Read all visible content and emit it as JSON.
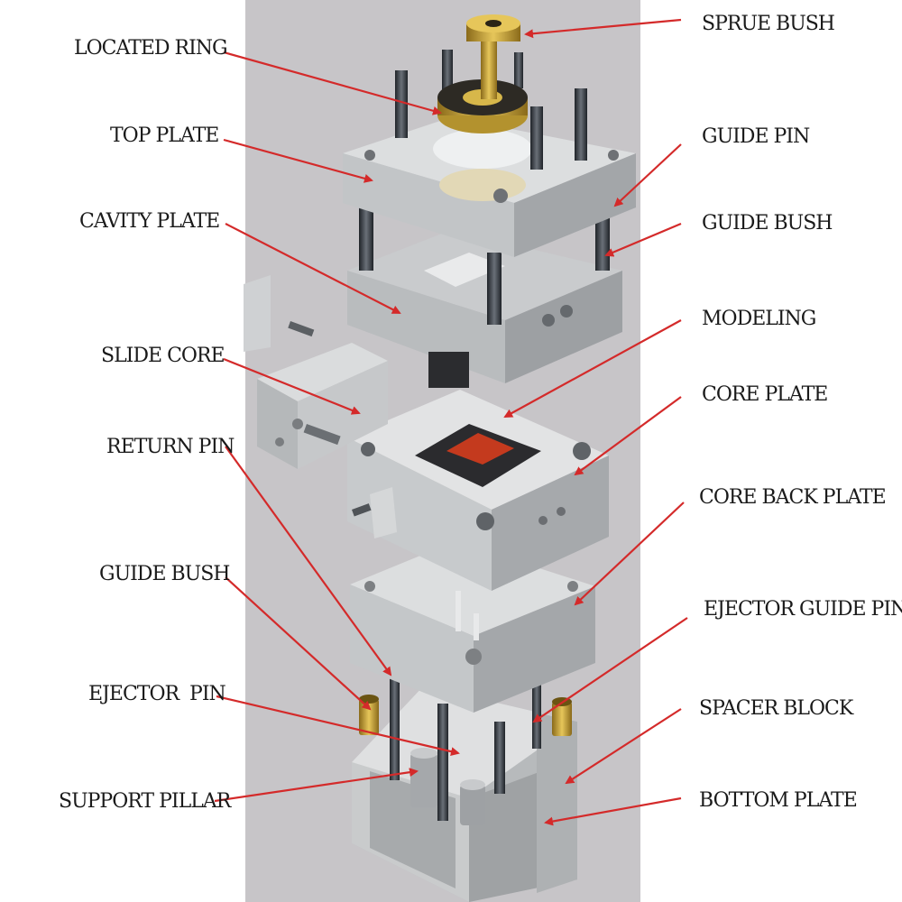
{
  "labels": {
    "sprue_bush": "SPRUE BUSH",
    "located_ring": "LOCATED RING",
    "top_plate": "TOP PLATE",
    "guide_pin": "GUIDE PIN",
    "cavity_plate": "CAVITY PLATE",
    "guide_bush_top": "GUIDE BUSH",
    "modeling": "MODELING",
    "slide_core": "SLIDE CORE",
    "core_plate": "CORE PLATE",
    "return_pin": "RETURN PIN",
    "core_back_plate": "CORE BACK PLATE",
    "guide_bush_bottom": "GUIDE BUSH",
    "ejector_guide_pin": "EJECTOR GUIDE PIN",
    "ejector_pin": "EJECTOR  PIN",
    "spacer_block": "SPACER BLOCK",
    "support_pillar": "SUPPORT PILLAR",
    "bottom_plate": "BOTTOM PLATE"
  },
  "colors": {
    "background_panel": "#c7c5c8",
    "arrow": "#d42a2a",
    "steel_light": "#d9dbdc",
    "steel_mid": "#b3b6b8",
    "steel_dark": "#8e9194",
    "brass": "#c9a23a",
    "cavity_red": "#c43a1e"
  }
}
